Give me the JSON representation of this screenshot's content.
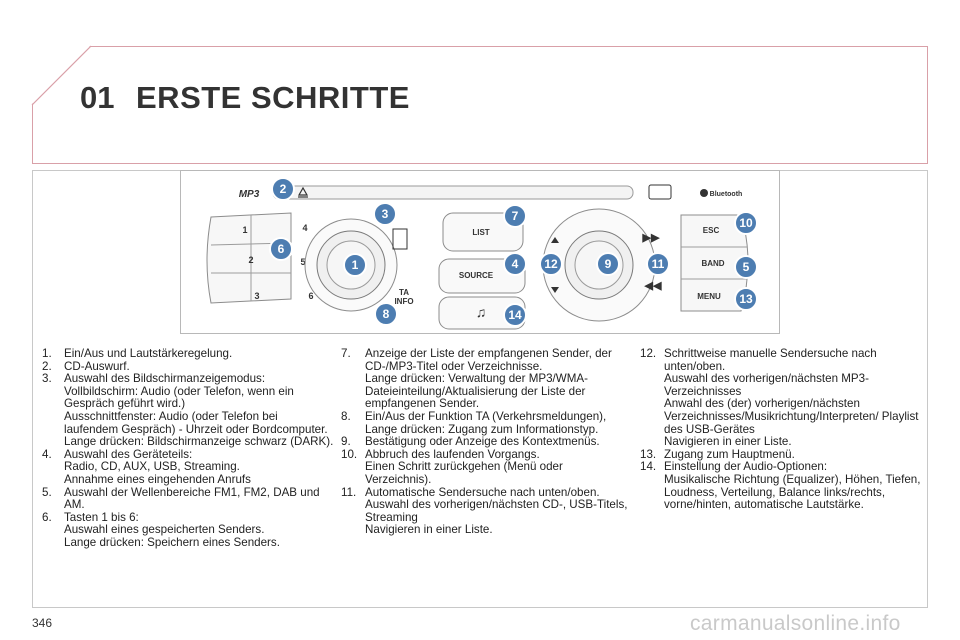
{
  "header": {
    "chapter_number": "01",
    "chapter_title": "ERSTE SCHRITTE"
  },
  "figure": {
    "labels": {
      "mp3": "MP3",
      "bluetooth": "Bluetooth",
      "list": "LIST",
      "source": "SOURCE",
      "ta": "TA",
      "info": "INFO",
      "esc": "ESC",
      "band": "BAND",
      "menu": "MENU"
    },
    "preset_keys": [
      "1",
      "2",
      "3",
      "4",
      "5",
      "6"
    ],
    "callouts": [
      "2",
      "3",
      "7",
      "10",
      "6",
      "1",
      "4",
      "12",
      "9",
      "11",
      "5",
      "13",
      "8",
      "14"
    ]
  },
  "columns": [
    [
      {
        "n": "1.",
        "lines": [
          "Ein/Aus und Lautstärkeregelung."
        ]
      },
      {
        "n": "2.",
        "lines": [
          "CD-Auswurf."
        ]
      },
      {
        "n": "3.",
        "lines": [
          "Auswahl des Bildschirmanzeigemodus:",
          "Vollbildschirm: Audio (oder Telefon, wenn ein Gespräch geführt wird.)",
          "Ausschnittfenster: Audio (oder Telefon bei laufendem Gespräch) - Uhrzeit oder Bordcomputer.",
          "Lange drücken: Bildschirmanzeige schwarz (DARK)."
        ]
      },
      {
        "n": "4.",
        "lines": [
          "Auswahl des Geräteteils:",
          "Radio, CD, AUX, USB, Streaming.",
          "Annahme eines eingehenden Anrufs"
        ]
      },
      {
        "n": "5.",
        "lines": [
          "Auswahl der Wellenbereiche FM1, FM2, DAB und AM."
        ]
      },
      {
        "n": "6.",
        "lines": [
          "Tasten 1 bis 6:",
          "Auswahl eines gespeicherten Senders.",
          "Lange drücken: Speichern eines Senders."
        ]
      }
    ],
    [
      {
        "n": "7.",
        "lines": [
          "Anzeige der Liste der empfangenen Sender, der CD-/MP3-Titel oder Verzeichnisse.",
          "Lange drücken: Verwaltung der MP3/WMA-Dateieinteilung/Aktualisierung der Liste der empfangenen Sender."
        ]
      },
      {
        "n": "8.",
        "lines": [
          "Ein/Aus der Funktion TA (Verkehrsmeldungen),",
          "Lange drücken: Zugang zum Informationstyp."
        ]
      },
      {
        "n": "9.",
        "lines": [
          "Bestätigung oder Anzeige des Kontextmenüs."
        ]
      },
      {
        "n": "10.",
        "lines": [
          "Abbruch des laufenden Vorgangs.",
          "Einen Schritt zurückgehen (Menü oder Verzeichnis)."
        ]
      },
      {
        "n": "11.",
        "lines": [
          "Automatische Sendersuche nach unten/oben.",
          "Auswahl des vorherigen/nächsten CD-, USB-Titels, Streaming",
          "Navigieren in einer Liste."
        ]
      }
    ],
    [
      {
        "n": "12.",
        "lines": [
          "Schrittweise manuelle Sendersuche nach unten/oben.",
          "Auswahl des vorherigen/nächsten MP3-Verzeichnisses",
          "Anwahl des (der) vorherigen/nächsten Verzeichnisses/Musikrichtung/Interpreten/ Playlist des USB-Gerätes",
          "Navigieren in einer Liste."
        ]
      },
      {
        "n": "13.",
        "lines": [
          "Zugang zum Hauptmenü."
        ]
      },
      {
        "n": "14.",
        "lines": [
          "Einstellung der Audio-Optionen:",
          "Musikalische Richtung (Equalizer), Höhen, Tiefen, Loudness, Verteilung, Balance links/rechts, vorne/hinten, automatische Lautstärke."
        ]
      }
    ]
  ],
  "footer": {
    "page_number": "346",
    "watermark": "carmanualsonline.info"
  },
  "colors": {
    "accent": "#4d7db1",
    "header_border": "#d9a0a8"
  }
}
